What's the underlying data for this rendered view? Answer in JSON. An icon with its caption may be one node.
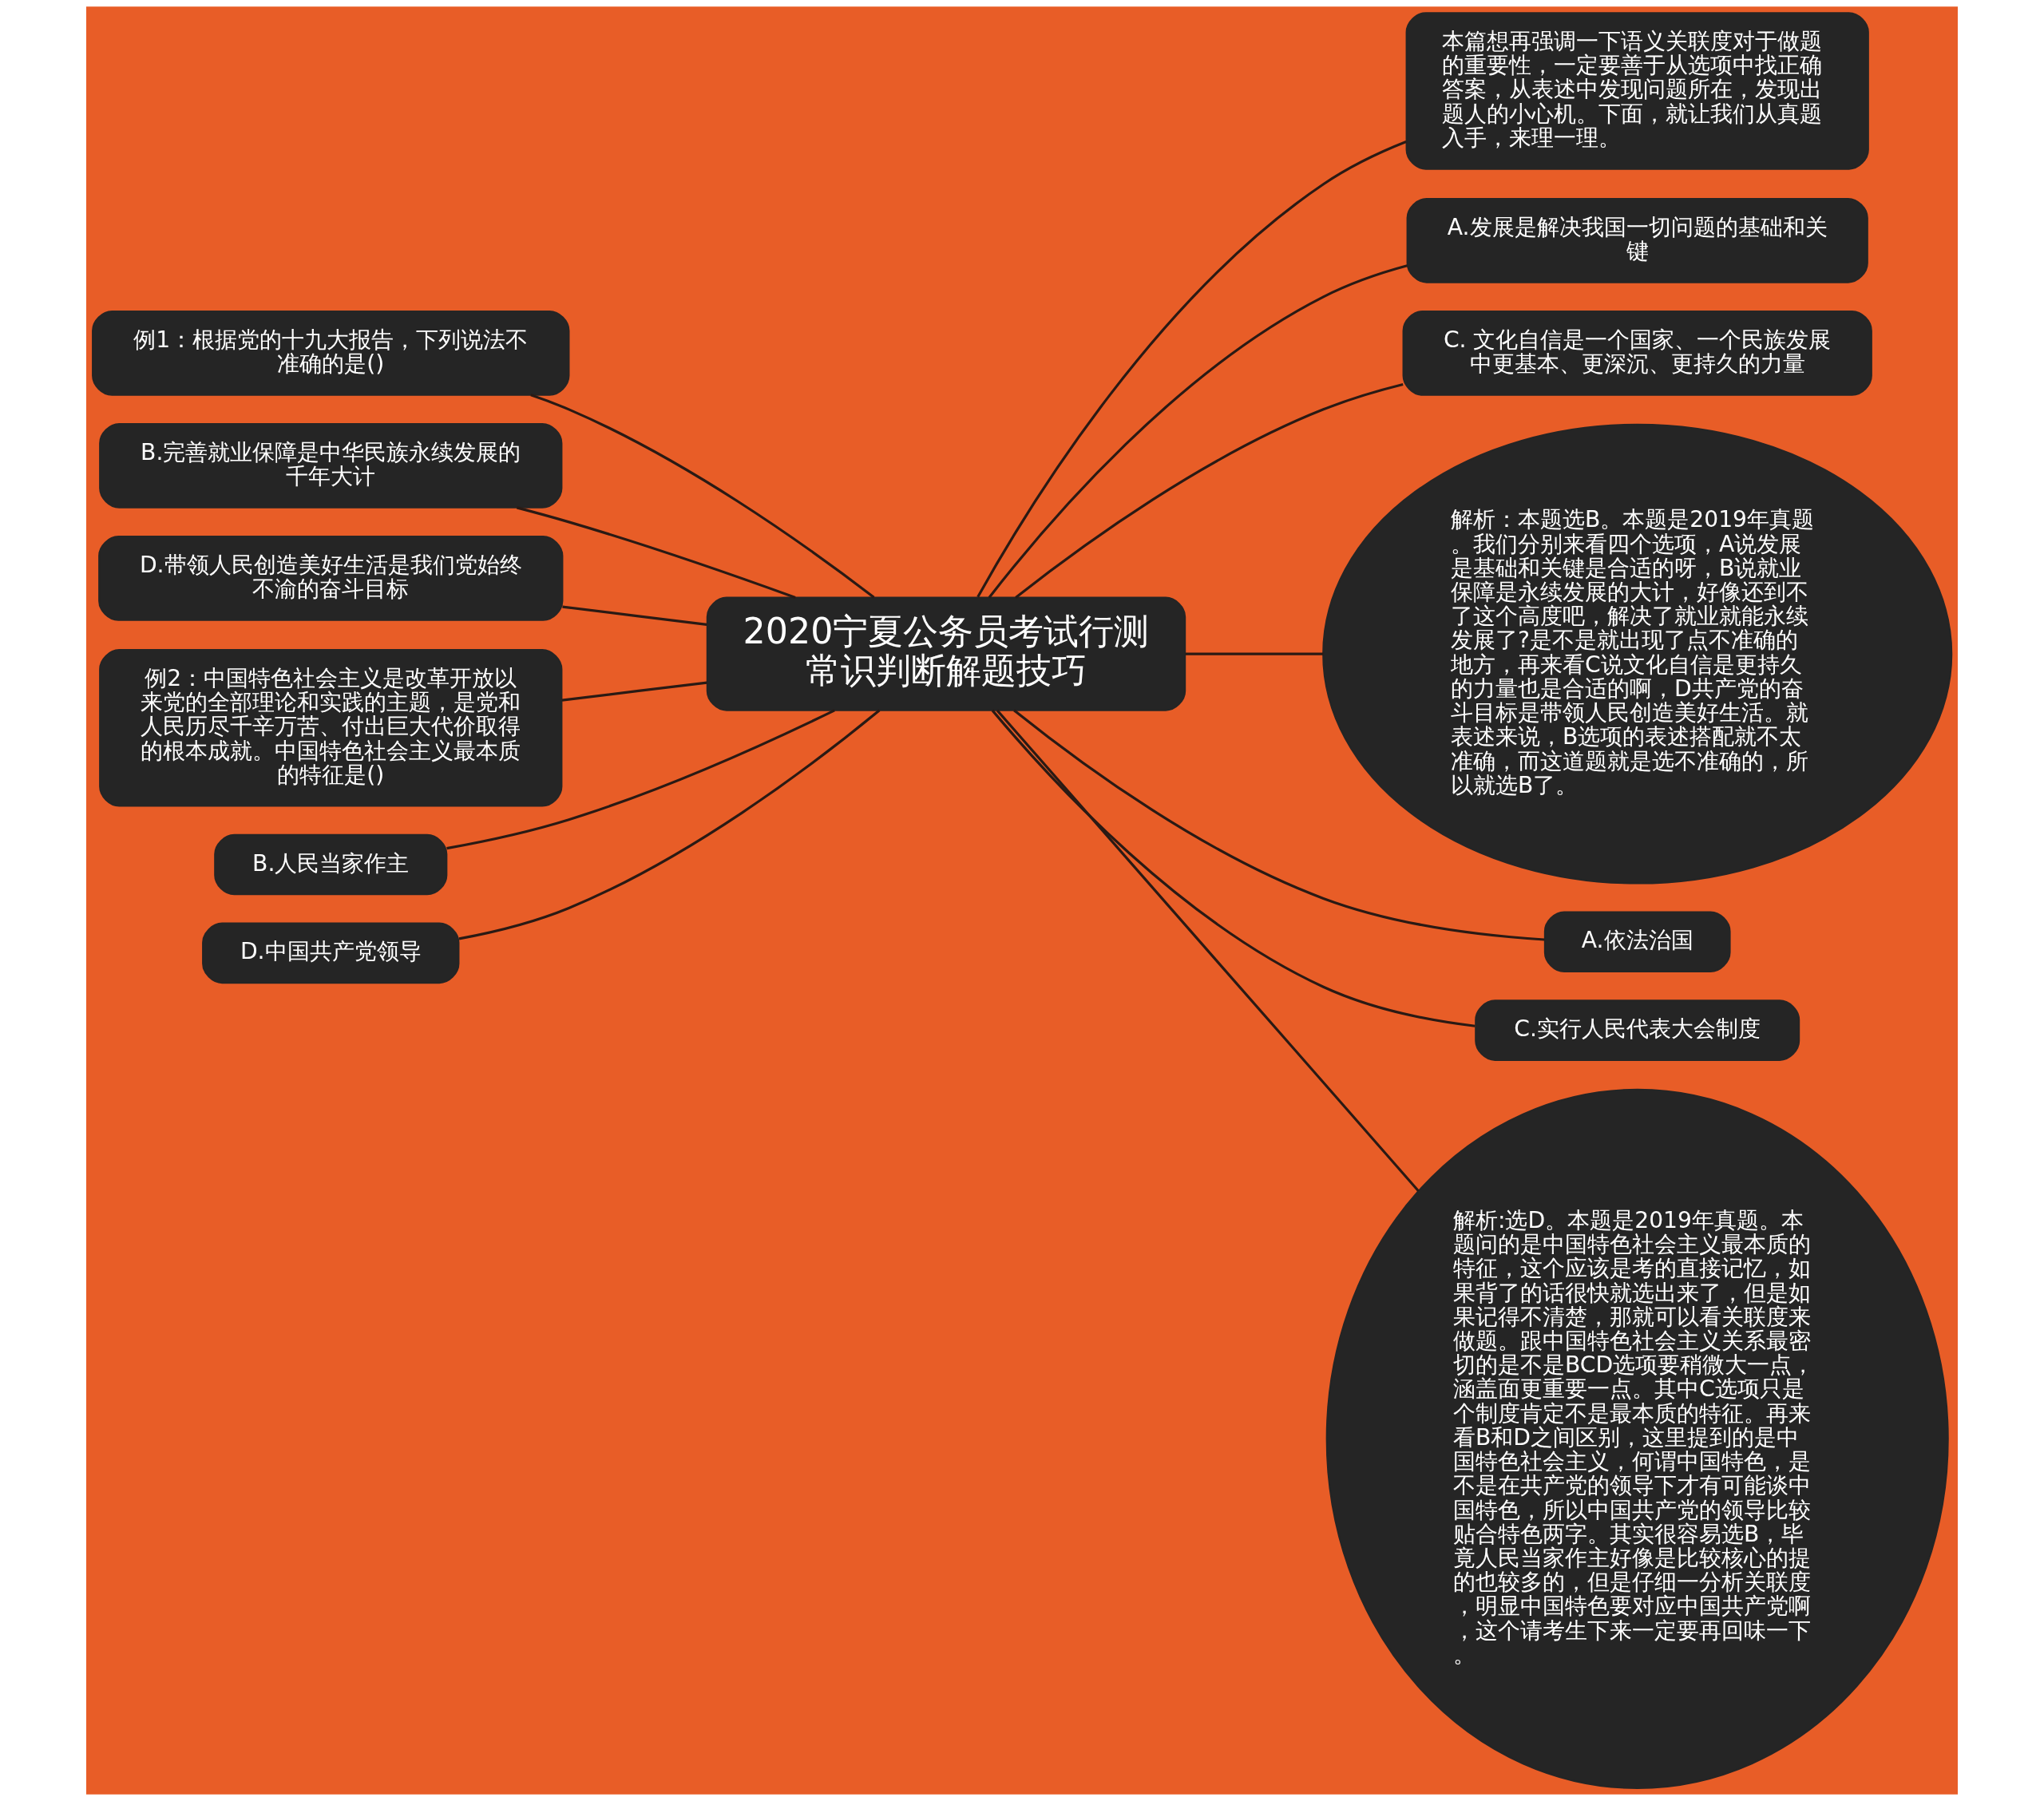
{
  "diagram": {
    "nodes": [
      {
        "text": [
          "2020宁夏公务员考试行测常识判断解题技巧"
        ]
      },
      {
        "text": [
          "例1：根据党的十九大报告，下列说法不准确的是()"
        ]
      },
      {
        "text": [
          "B.完善就业保障是中华民族永续发展的千年大计"
        ]
      },
      {
        "text": [
          "D.带领人民创造美好生活是我们党始终不渝的奋斗目标"
        ]
      },
      {
        "text": [
          "例2：中国特色社会主义是改革开放以来党的全部理论和实践的主题，是党和人民历尽千辛万苦、付出巨大代价取得的根本成就。中国特色社会主义最本质的特征是()"
        ]
      },
      {
        "text": [
          "B.人民当家作主"
        ]
      },
      {
        "text": [
          "D.中国共产党领导"
        ]
      },
      {
        "text": [
          "本篇想再强调一下语义关联度对于做题的重要性，一定要善于从选项中找正确答案，从表述中发现问题所在，发现出题人的小心机。下面，就让我们从真题入手，来理一理。"
        ]
      },
      {
        "text": [
          "A.发展是解决我国一切问题的基础和关键"
        ]
      },
      {
        "text": [
          "C. 文化自信是一个国家、一个民族发展中更基本、更深沉、更持久的力量"
        ]
      },
      {
        "text": [
          "解析：本题选B。本题是2019年真题。我们分别来看四个选项，A说发展是基础和关键是合适的呀，B说就业保障是永续发展的大计，好像还到不了这个高度吧，解决了就业就能永续发展了?是不是就出现了点不准确的地方，再来看C说文化自信是更持久的力量也是合适的啊，D共产党的奋斗目标是带领人民创造美好生活。就表述来说，B选项的表述搭配就不太准确，而这道题就是选不准确的，所以就选B了。"
        ]
      },
      {
        "text": [
          "A.依法治国"
        ]
      },
      {
        "text": [
          "C.实行人民代表大会制度"
        ]
      },
      {
        "text": [
          "解析:选D。本题是2019年真题。本题问的是中国特色社会主义最本质的特征，这个应该是考的直接记忆，如果背了的话很快就选出来了，但是如果记得不清楚，那就可以看关联度来做题。跟中国特色社会主义关系最密切的是不是BCD选项要稍微大一点，涵盖面更重要一点。其中C选项只是个制度肯定不是最本质的特征。再来看B和D之间区别，这里提到的是中国特色社会主义，何谓中国特色，是不是在共产党的领导下才有可能谈中国特色，所以中国共产党的领导比较贴合特色两字。其实很容易选B，毕竟人民当家作主好像是比较核心的提的也较多的，但是仔细一分析关联度，明显中国特色要对应中国共产党啊，这个请考生下来一定要再回味一下。"
        ]
      }
    ],
    "edges": [
      {
        "from": 0,
        "to": 7,
        "arrow": "none"
      },
      {
        "from": 0,
        "to": 8,
        "arrow": "none"
      },
      {
        "from": 0,
        "to": 9,
        "arrow": "none"
      },
      {
        "from": 0,
        "to": 1,
        "arrow": "none"
      },
      {
        "from": 0,
        "to": 2,
        "arrow": "none"
      },
      {
        "from": 0,
        "to": 10,
        "arrow": "none"
      },
      {
        "from": 0,
        "to": 3,
        "arrow": "none"
      },
      {
        "from": 0,
        "to": 4,
        "arrow": "none"
      },
      {
        "from": 0,
        "to": 11,
        "arrow": "none"
      },
      {
        "from": 0,
        "to": 12,
        "arrow": "none"
      },
      {
        "from": 0,
        "to": 5,
        "arrow": "none"
      },
      {
        "from": 0,
        "to": 6,
        "arrow": "none"
      },
      {
        "from": 0,
        "to": 13,
        "arrow": "none"
      }
    ]
  }
}
